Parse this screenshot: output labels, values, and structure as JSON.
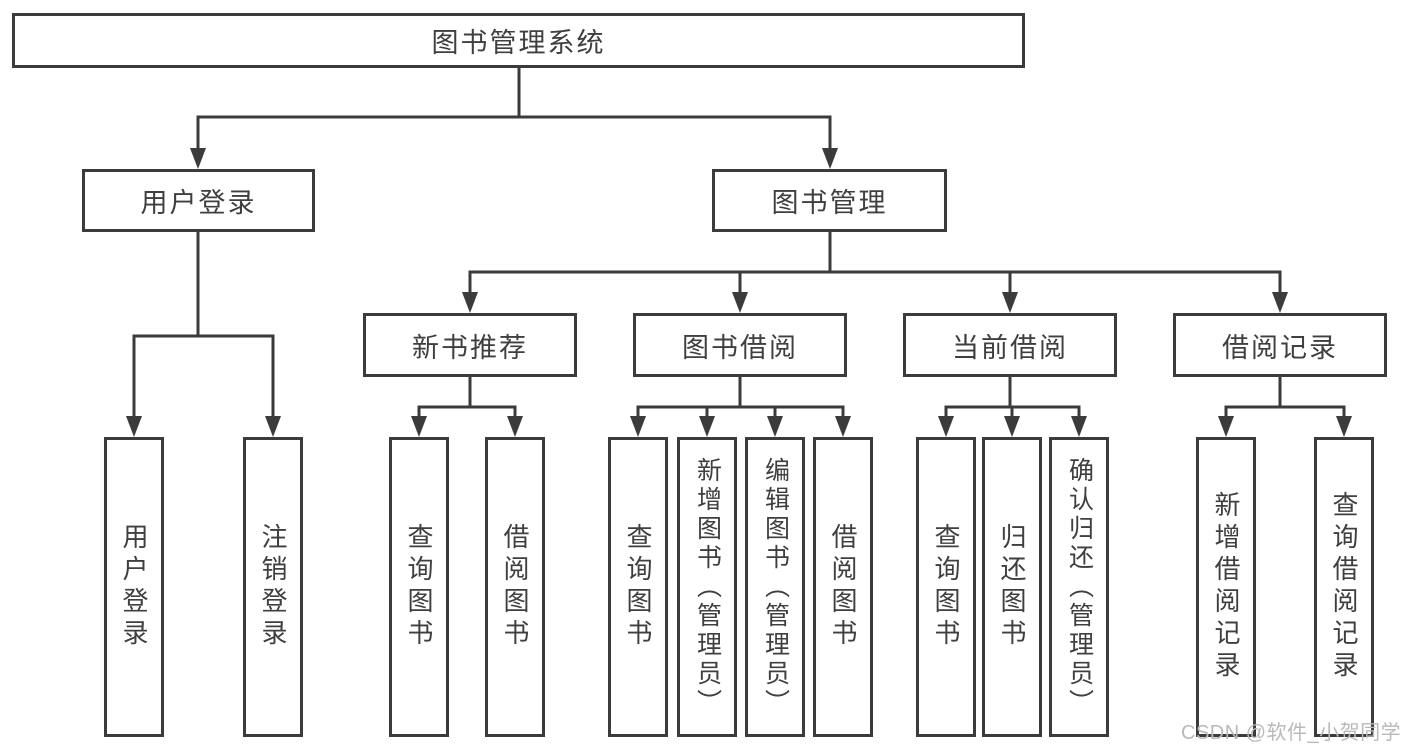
{
  "tree": {
    "root": {
      "label": "图书管理系统"
    },
    "branches": [
      {
        "label": "用户登录",
        "children": [
          {
            "label": "用户登录"
          },
          {
            "label": "注销登录"
          }
        ]
      },
      {
        "label": "图书管理",
        "children": [
          {
            "label": "新书推荐",
            "children": [
              {
                "label": "查询图书"
              },
              {
                "label": "借阅图书"
              }
            ]
          },
          {
            "label": "图书借阅",
            "children": [
              {
                "label": "查询图书"
              },
              {
                "label": "新增图书（管理员）"
              },
              {
                "label": "编辑图书（管理员）"
              },
              {
                "label": "借阅图书"
              }
            ]
          },
          {
            "label": "当前借阅",
            "children": [
              {
                "label": "查询图书"
              },
              {
                "label": "归还图书"
              },
              {
                "label": "确认归还（管理员）"
              }
            ]
          },
          {
            "label": "借阅记录",
            "children": [
              {
                "label": "新增借阅记录"
              },
              {
                "label": "查询借阅记录"
              }
            ]
          }
        ]
      }
    ]
  },
  "watermark": {
    "text": "CSDN @软件_小贺同学"
  },
  "colors": {
    "line": "#3b3b3b",
    "text": "#3f3f3f",
    "watermark": "#b9b9b9",
    "background": "#ffffff"
  }
}
